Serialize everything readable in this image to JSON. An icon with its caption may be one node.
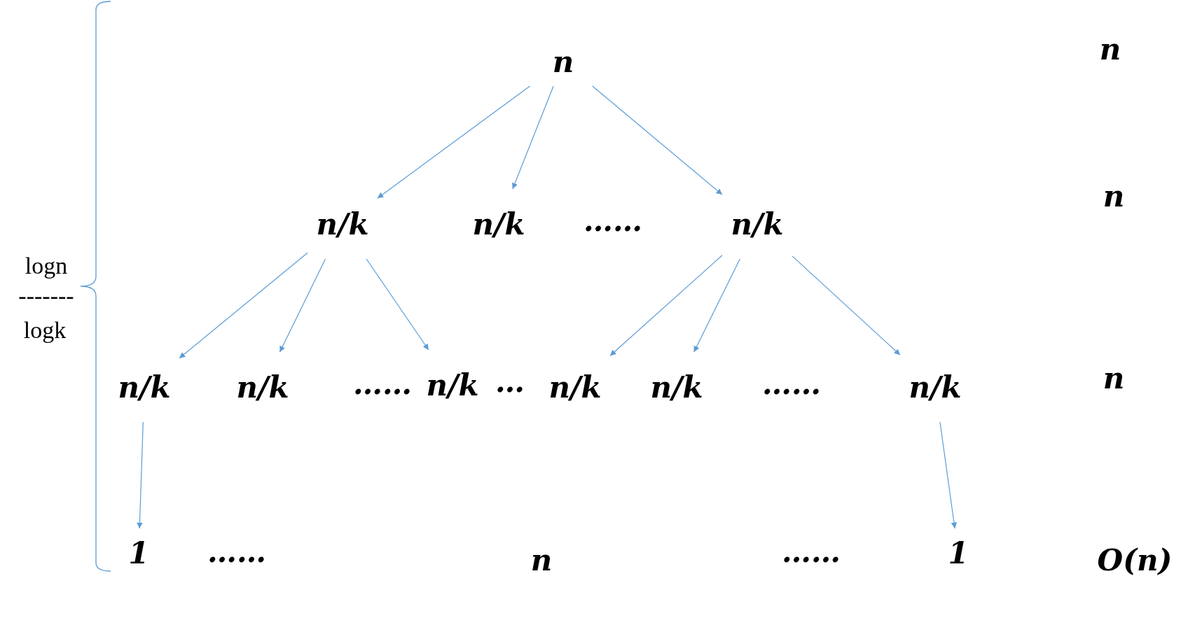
{
  "diagram": {
    "nodes": [
      {
        "text": [
          "n"
        ]
      },
      {
        "text": [
          "n/k"
        ]
      },
      {
        "text": [
          "n/k"
        ]
      },
      {
        "text": [
          "n/k"
        ]
      },
      {
        "text": [
          "n/k"
        ]
      },
      {
        "text": [
          "n/k"
        ]
      },
      {
        "text": [
          "n/k"
        ]
      },
      {
        "text": [
          "n/k"
        ]
      },
      {
        "text": [
          "n/k"
        ]
      },
      {
        "text": [
          "n/k"
        ]
      },
      {
        "text": [
          "1"
        ]
      },
      {
        "text": [
          "1"
        ]
      }
    ],
    "edges": [
      {
        "from": 0,
        "to": 1,
        "arrow": "to"
      },
      {
        "from": 0,
        "to": 2,
        "arrow": "to"
      },
      {
        "from": 0,
        "to": 3,
        "arrow": "to"
      },
      {
        "from": 1,
        "to": 4,
        "arrow": "to"
      },
      {
        "from": 1,
        "to": 5,
        "arrow": "to"
      },
      {
        "from": 1,
        "to": 6,
        "arrow": "to"
      },
      {
        "from": 3,
        "to": 7,
        "arrow": "to"
      },
      {
        "from": 3,
        "to": 8,
        "arrow": "to"
      },
      {
        "from": 3,
        "to": 9,
        "arrow": "to"
      },
      {
        "from": 4,
        "to": 10,
        "arrow": "to"
      },
      {
        "from": 9,
        "to": 11,
        "arrow": "to"
      }
    ],
    "labels": [
      "n",
      "……",
      "n",
      "logn",
      "-------",
      "logk",
      "……",
      "…",
      "……",
      "n",
      "……",
      "n",
      "……",
      "O(n)"
    ]
  }
}
